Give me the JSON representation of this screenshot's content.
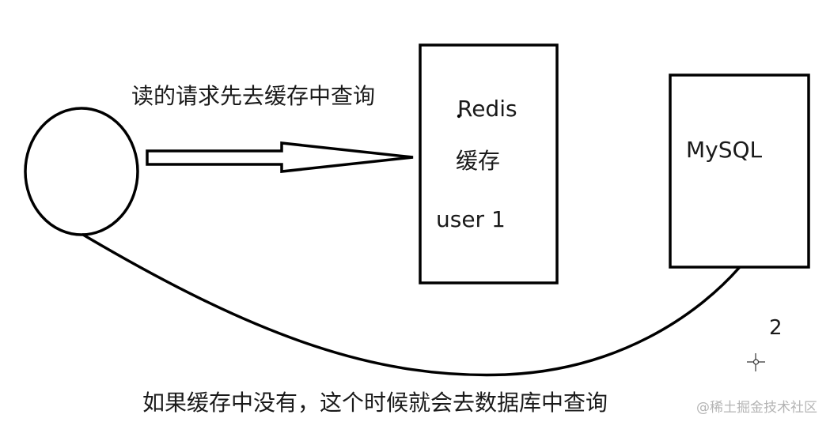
{
  "labels": {
    "read_request": "读的请求先去缓存中查询",
    "redis_title": "Redis",
    "redis_subtitle": "缓存",
    "cache_entry": "user 1",
    "mysql": "MySQL",
    "step_number": "2",
    "fallback": "如果缓存中没有，这个时候就会去数据库中查询",
    "watermark": "@稀土掘金技术社区"
  },
  "colors": {
    "stroke": "#000000",
    "text": "#1a1a1a",
    "watermark": "#b4b4b4"
  },
  "icons": {
    "client": "circle",
    "request_arrow": "arrow-right",
    "cursor": "crosshair"
  }
}
